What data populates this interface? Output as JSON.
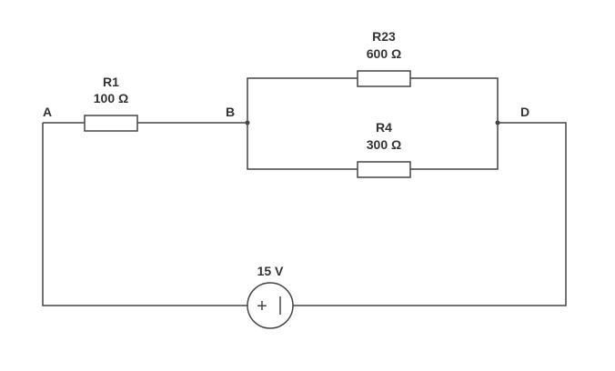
{
  "colors": {
    "wire": "#444444",
    "text": "#333333",
    "background": "#ffffff"
  },
  "nodes": {
    "a": "A",
    "b": "B",
    "d": "D"
  },
  "components": {
    "r1": {
      "name": "R1",
      "value": "100 Ω"
    },
    "r23": {
      "name": "R23",
      "value": "600 Ω"
    },
    "r4": {
      "name": "R4",
      "value": "300 Ω"
    },
    "source": {
      "value": "15 V",
      "symbol_plus": "+"
    }
  }
}
